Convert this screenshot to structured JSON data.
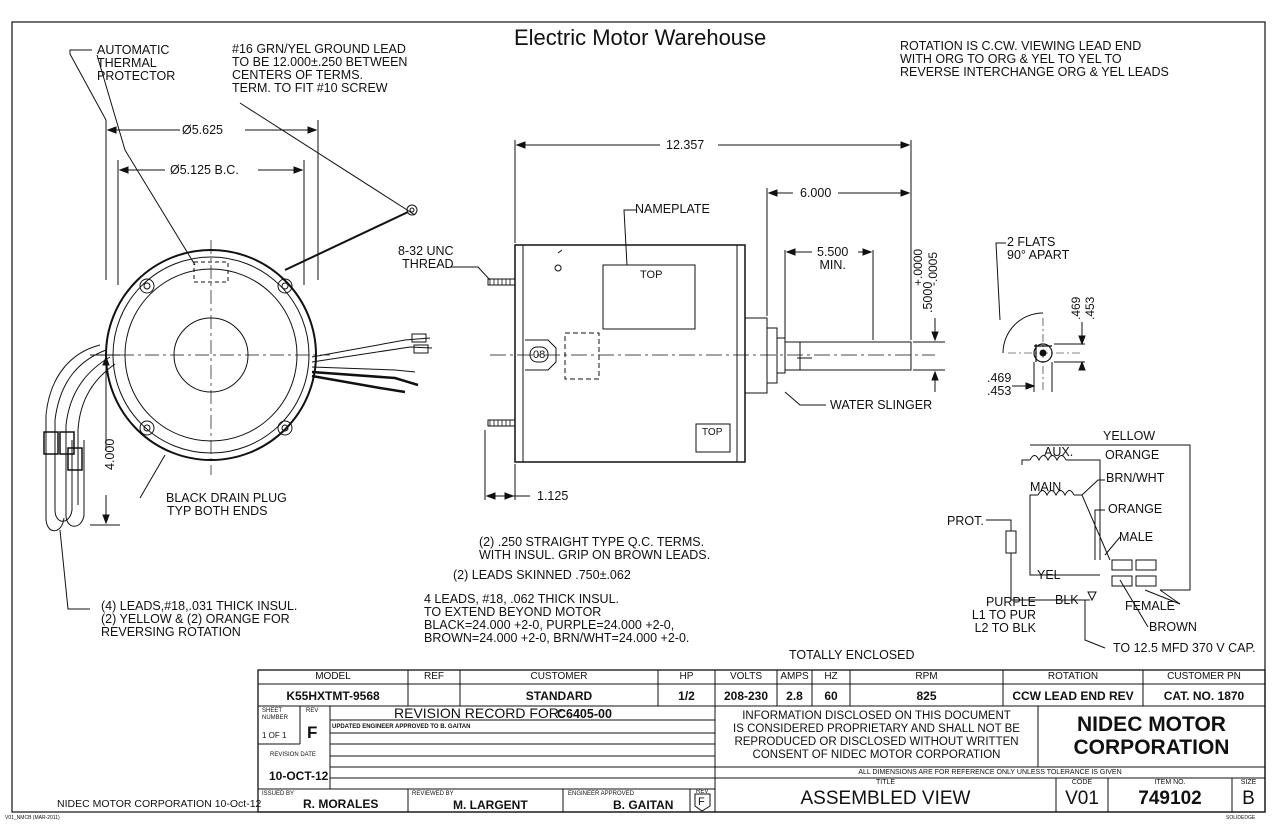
{
  "header": {
    "title": "Electric Motor Warehouse",
    "rotation_note": [
      "ROTATION IS C.CW. VIEWING LEAD END",
      "WITH ORG TO ORG & YEL TO YEL TO",
      "REVERSE INTERCHANGE ORG & YEL LEADS"
    ]
  },
  "callouts": {
    "thermal_protector": [
      "AUTOMATIC",
      "THERMAL",
      "PROTECTOR"
    ],
    "ground_lead": [
      "#16 GRN/YEL GROUND LEAD",
      "TO BE 12.000±.250 BETWEEN",
      "CENTERS OF TERMS.",
      "TERM. TO FIT #10 SCREW"
    ],
    "thread": [
      "8-32 UNC",
      "THREAD"
    ],
    "nameplate": "NAMEPLATE",
    "top_1": "TOP",
    "top_2": "TOP",
    "water_slinger": "WATER SLINGER",
    "flats": [
      "2 FLATS",
      "90° APART"
    ],
    "drain_plug": [
      "BLACK DRAIN PLUG",
      "TYP BOTH ENDS"
    ],
    "qc_terms": [
      "(2) .250 STRAIGHT TYPE Q.C. TERMS.",
      "WITH INSUL. GRIP ON BROWN LEADS."
    ],
    "skinned": "(2) LEADS SKINNED .750±.062",
    "leads_4": [
      "4 LEADS, #18, .062 THICK INSUL.",
      "TO EXTEND BEYOND MOTOR",
      "BLACK=24.000 +2-0, PURPLE=24.000 +2-0,",
      "BROWN=24.000 +2-0, BRN/WHT=24.000 +2-0."
    ],
    "leads_18": [
      "(4) LEADS,#18,.031 THICK INSUL.",
      "(2) YELLOW & (2) ORANGE FOR",
      "REVERSING ROTATION"
    ],
    "totally_enclosed": "TOTALLY ENCLOSED"
  },
  "dimensions": {
    "d_outer": "Ø5.625",
    "d_bc": "Ø5.125 B.C.",
    "overall_length": "12.357",
    "shaft_length": "6.000",
    "min_length": "5.500",
    "min_label": "MIN.",
    "shaft_dia": ".5000",
    "shaft_tol_plus": "+.0000",
    "shaft_tol_minus": "-.0005",
    "stud_length": "1.125",
    "height": "4.000",
    "flat_h_a": ".469",
    "flat_h_b": ".453",
    "flat_v_a": ".469",
    "flat_v_b": ".453",
    "conduit_label": "08"
  },
  "wiring": {
    "yellow": "YELLOW",
    "aux": "AUX.",
    "orange_1": "ORANGE",
    "main": "MAIN",
    "brn_wht": "BRN/WHT",
    "prot": "PROT.",
    "orange_2": "ORANGE",
    "male": "MALE",
    "yel": "YEL",
    "blk": "BLK",
    "female": "FEMALE",
    "brown": "BROWN",
    "purple_notes": [
      "PURPLE",
      "L1 TO PUR",
      "L2 TO BLK"
    ],
    "cap": "TO 12.5 MFD 370 V CAP."
  },
  "title_block": {
    "headers": {
      "model": "MODEL",
      "ref": "REF",
      "customer": "CUSTOMER",
      "hp": "HP",
      "volts": "VOLTS",
      "amps": "AMPS",
      "hz": "HZ",
      "rpm": "RPM",
      "rotation": "ROTATION",
      "customer_pn": "CUSTOMER PN"
    },
    "values": {
      "model": "K55HXTMT-9568",
      "ref": "",
      "customer": "STANDARD",
      "hp": "1/2",
      "volts": "208-230",
      "amps": "2.8",
      "hz": "60",
      "rpm": "825",
      "rotation": "CCW LEAD END REV",
      "customer_pn": "CAT. NO. 1870"
    },
    "sheet_number_label": [
      "SHEET",
      "NUMBER"
    ],
    "rev_label": "REV",
    "sheet_value": "1 OF 1",
    "rev_value": "F",
    "revision_record": "REVISION RECORD FOR:",
    "revision_record_id": "C6405-00",
    "revision_entry": "UPDATED ENGINEER APPROVED TO B. GAITAN",
    "revision_date_label": "REVISION DATE",
    "revision_date": "10-OCT-12",
    "issued_by_label": "ISSUED BY",
    "issued_by": "R. MORALES",
    "reviewed_by_label": "REVIEWED BY",
    "reviewed_by": "M. LARGENT",
    "engineer_label": "ENGINEER APPROVED",
    "engineer": "B. GAITAN",
    "rev_small_label": "REV",
    "rev_small_value": "F",
    "disclosure": [
      "INFORMATION DISCLOSED ON THIS DOCUMENT",
      "IS CONSIDERED PROPRIETARY AND SHALL NOT BE",
      "REPRODUCED OR DISCLOSED WITHOUT WRITTEN",
      "CONSENT OF NIDEC MOTOR CORPORATION"
    ],
    "company": [
      "NIDEC MOTOR",
      "CORPORATION"
    ],
    "dims_note": "ALL DIMENSIONS ARE FOR REFERENCE ONLY UNLESS TOLERANCE IS GIVEN",
    "title_label": "TITLE",
    "title": "ASSEMBLED VIEW",
    "code_label": "CODE",
    "code": "V01",
    "item_label": "ITEM NO.",
    "item": "749102",
    "size_label": "SIZE",
    "size": "B"
  },
  "footer": {
    "left": "NIDEC MOTOR CORPORATION 10-Oct-12",
    "form_code": "V01_NMCB (MAR-2011)",
    "software": "SOLIDEDGE"
  }
}
